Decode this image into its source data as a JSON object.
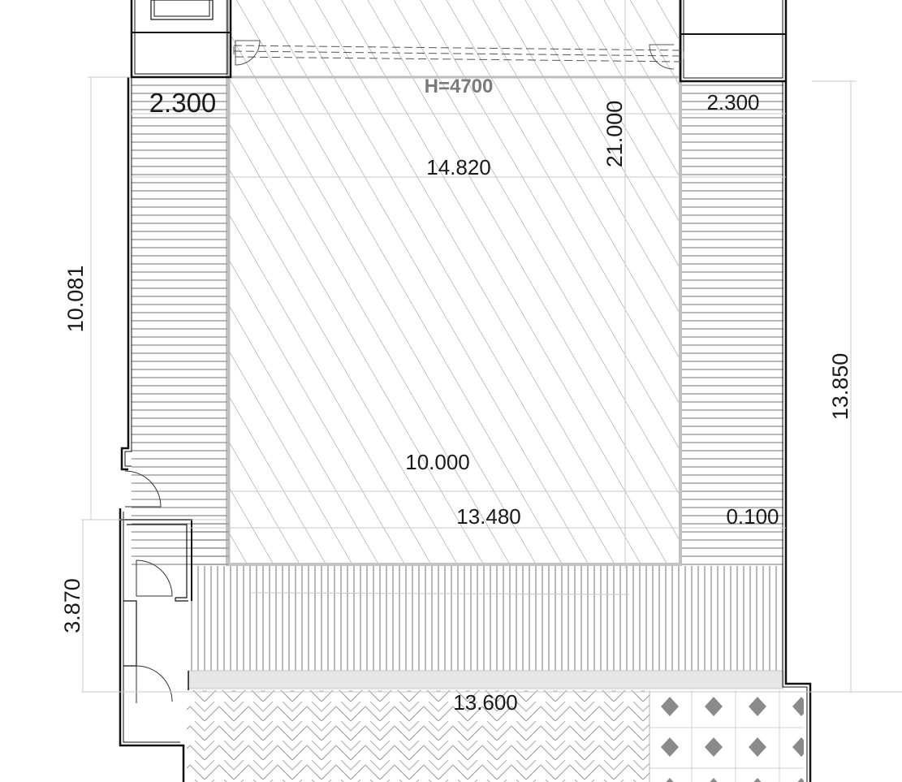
{
  "plan": {
    "height_label": "H=4700",
    "dimensions": {
      "top_left_width": "2.300",
      "top_right_width": "2.300",
      "stage_width_upper": "14.820",
      "vertical_21": "21.000",
      "left_height": "10.081",
      "right_height": "13.850",
      "inner_10": "10.000",
      "stage_width_lower": "13.480",
      "gap_right": "0.100",
      "lower_left_height": "3.870",
      "bottom_width": "13.600"
    }
  }
}
